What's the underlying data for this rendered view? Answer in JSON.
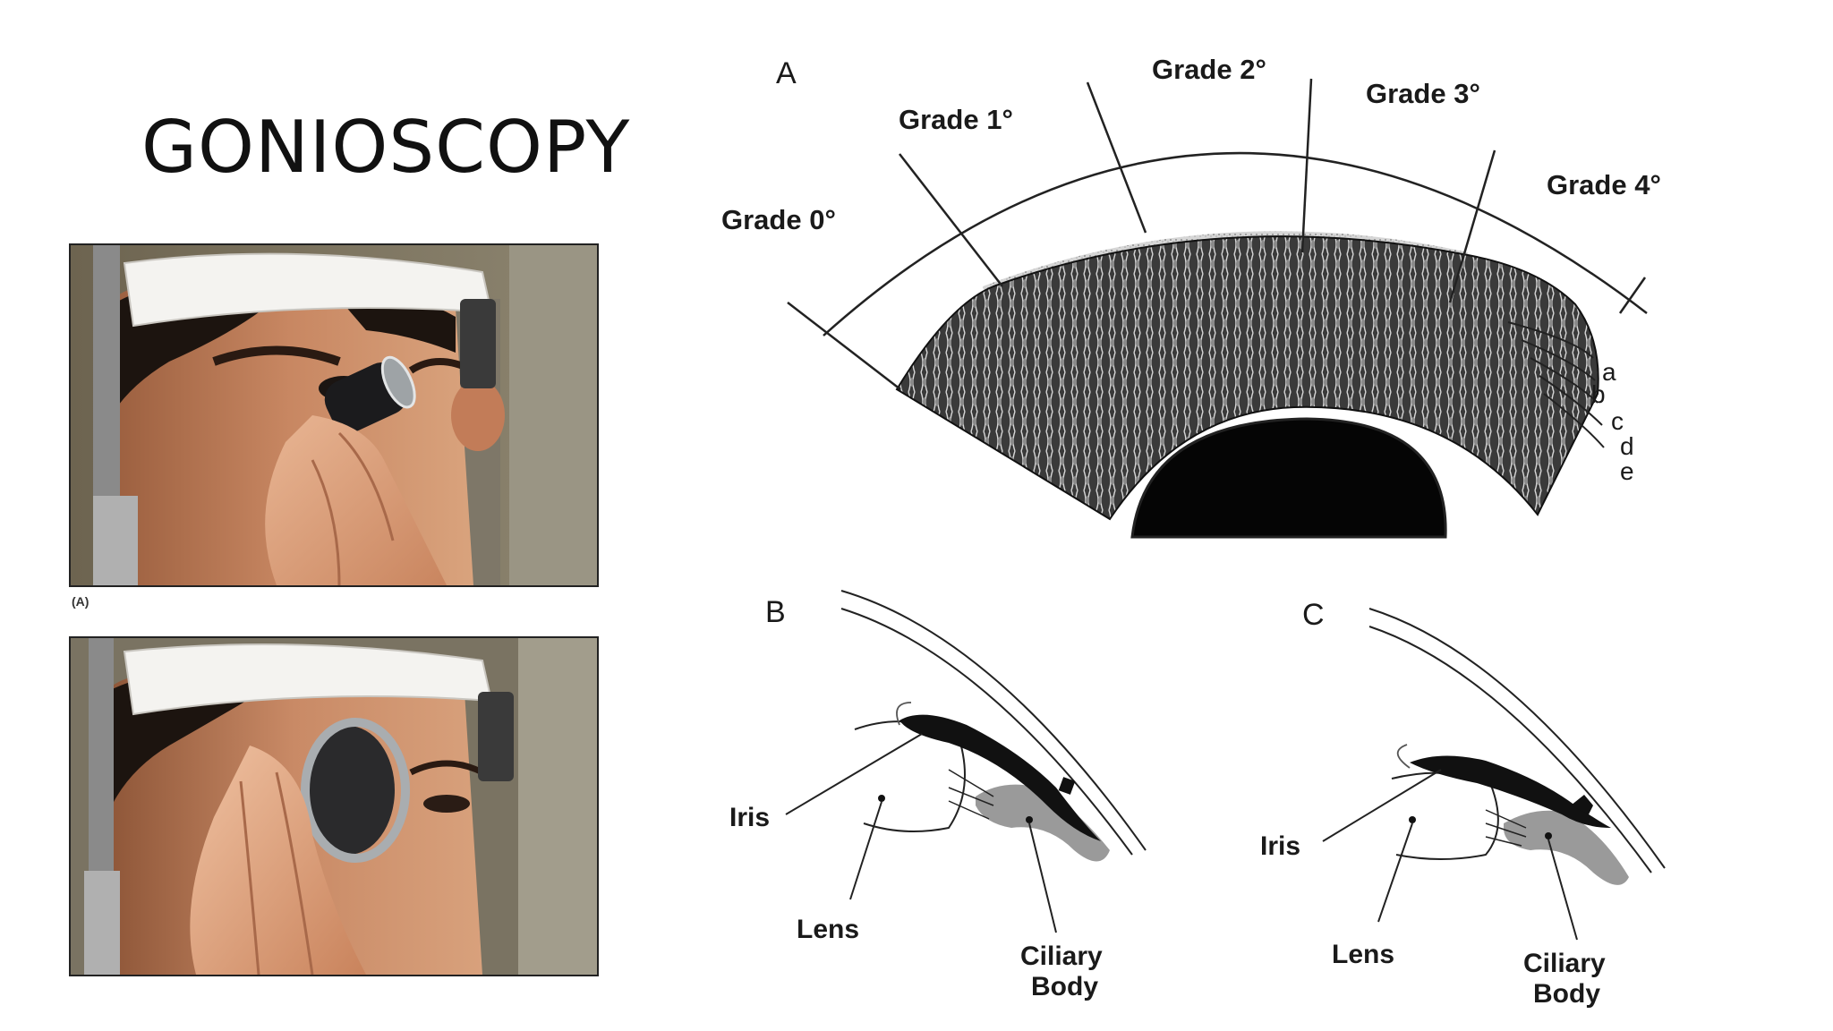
{
  "slide": {
    "title": "GONIOSCOPY"
  },
  "photos": [
    {
      "caption": "(A)"
    },
    {
      "caption": ""
    }
  ],
  "figure": {
    "panel_a": {
      "letter": "A",
      "grades": [
        "Grade 0°",
        "Grade 1°",
        "Grade 2°",
        "Grade 3°",
        "Grade 4°"
      ],
      "structure_labels": [
        "a",
        "b",
        "c",
        "d",
        "e"
      ]
    },
    "panel_b": {
      "letter": "B",
      "labels": {
        "iris": "Iris",
        "lens": "Lens",
        "ciliary_1": "Ciliary",
        "ciliary_2": "Body"
      }
    },
    "panel_c": {
      "letter": "C",
      "labels": {
        "iris": "Iris",
        "lens": "Lens",
        "ciliary_1": "Ciliary",
        "ciliary_2": "Body"
      }
    }
  }
}
